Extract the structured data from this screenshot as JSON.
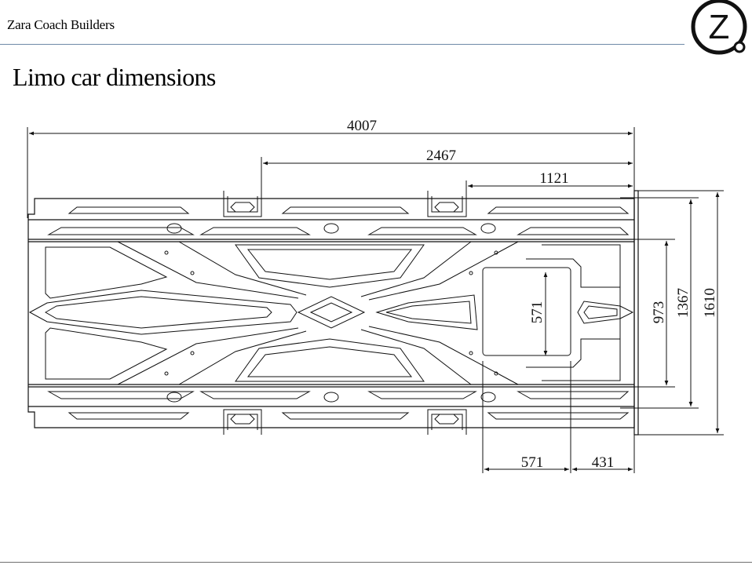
{
  "header": {
    "brand": "Zara Coach Builders",
    "logo_letter": "Z"
  },
  "title": "Limo car dimensions",
  "diagram": {
    "dimensions": {
      "overall_length": "4007",
      "mid_length": "2467",
      "front_length": "1121",
      "width_973": "973",
      "width_1367": "1367",
      "width_1610": "1610",
      "inner_571_vertical": "571",
      "inner_571_horizontal": "571",
      "front_431": "431"
    }
  }
}
